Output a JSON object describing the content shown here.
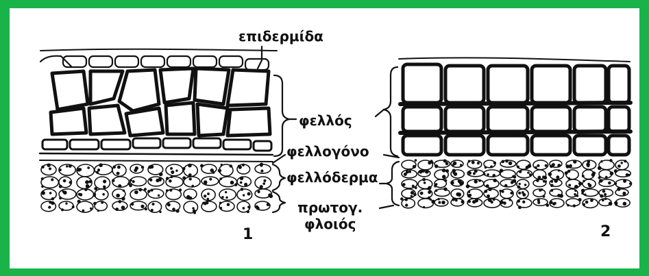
{
  "figure": {
    "frame_color": "#19b34a",
    "background": "#ffffff",
    "ink": "#111111"
  },
  "labels": {
    "epidermis": "επιδερμίδα",
    "phellem": "φελλός",
    "phellogen": "φελλογόνο",
    "phelloderm": "φελλόδερμα",
    "primary_cortex_1": "πρωτογ.",
    "primary_cortex_2": "φλοιός"
  },
  "panels": {
    "left_number": "1",
    "right_number": "2"
  }
}
